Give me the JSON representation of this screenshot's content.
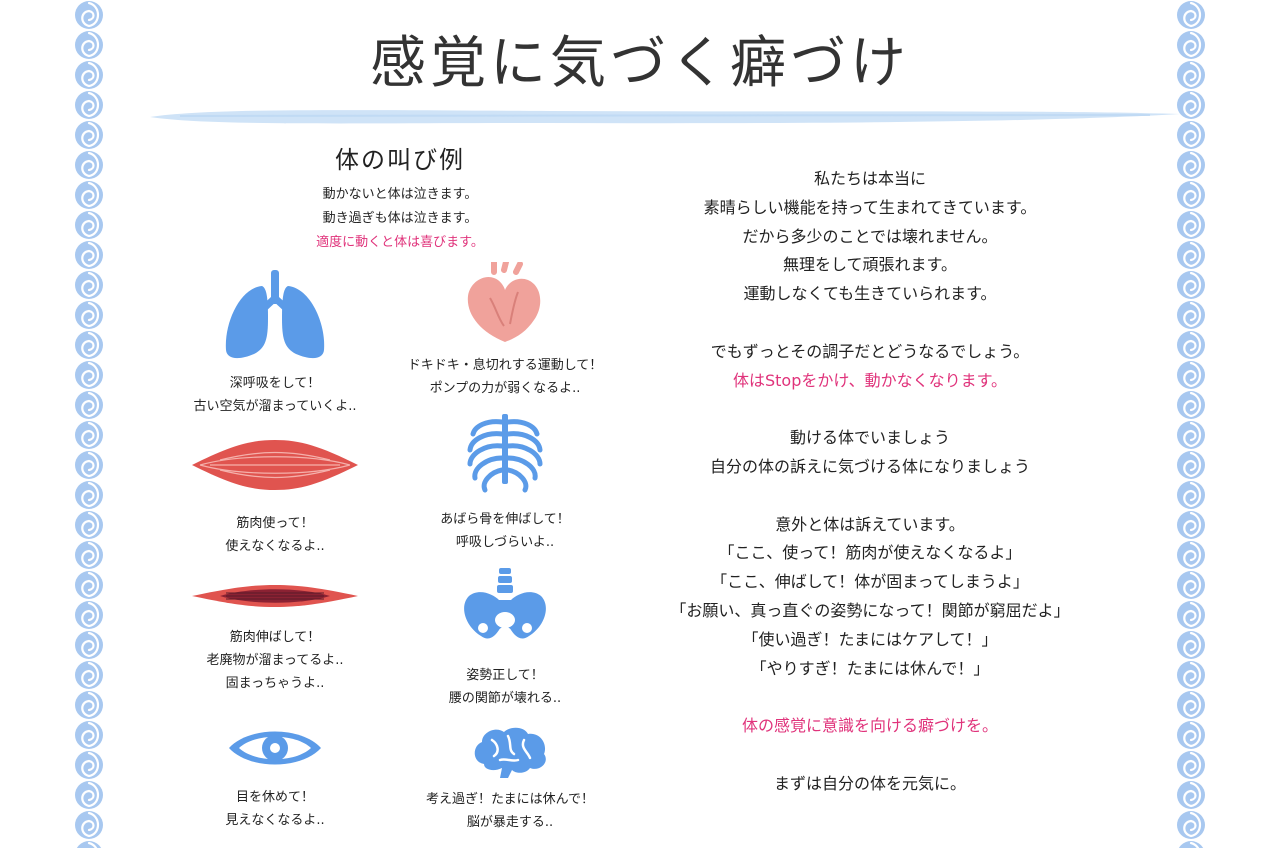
{
  "title": "感覚に気づく癖づけ",
  "colors": {
    "accent": "#e0337b",
    "border": "#a8c8f0",
    "brush": "#cfe3f7",
    "lung": "#5b9be8",
    "heart": "#f0a29b",
    "muscle": "#e0544f"
  },
  "left": {
    "heading": "体の叫び例",
    "intro": [
      "動かないと体は泣きます。",
      "動き過ぎも体は泣きます。",
      "適度に動くと体は喜びます。"
    ],
    "organs": [
      {
        "icon": "lungs-icon",
        "lines": [
          "深呼吸をして！",
          "古い空気が溜まっていくよ.."
        ]
      },
      {
        "icon": "heart-icon",
        "lines": [
          "ドキドキ・息切れする運動して！",
          "ポンプの力が弱くなるよ.."
        ]
      },
      {
        "icon": "muscle-icon",
        "lines": [
          "筋肉使って！",
          "使えなくなるよ.."
        ]
      },
      {
        "icon": "ribcage-icon",
        "lines": [
          "あばら骨を伸ばして！",
          "呼吸しづらいよ.."
        ]
      },
      {
        "icon": "stiff-muscle-icon",
        "lines": [
          "筋肉伸ばして！",
          "老廃物が溜まってるよ..",
          "固まっちゃうよ.."
        ]
      },
      {
        "icon": "pelvis-icon",
        "lines": [
          "姿勢正して！",
          "腰の関節が壊れる.."
        ]
      },
      {
        "icon": "eye-icon",
        "lines": [
          "目を休めて！",
          "見えなくなるよ.."
        ]
      },
      {
        "icon": "brain-icon",
        "lines": [
          "考え過ぎ！たまには休んで！",
          "脳が暴走する.."
        ]
      }
    ]
  },
  "right": {
    "lines": [
      "私たちは本当に",
      "素晴らしい機能を持って生まれてきています。",
      "だから多少のことでは壊れません。",
      "無理をして頑張れます。",
      "運動しなくても生きていられます。",
      "",
      "でもずっとその調子だとどうなるでしょう。",
      "体はStopをかけ、動かなくなります。",
      "",
      "動ける体でいましょう",
      "自分の体の訴えに気づける体になりましょう",
      "",
      "意外と体は訴えています。",
      "「ここ、使って！筋肉が使えなくなるよ」",
      "「ここ、伸ばして！体が固まってしまうよ」",
      "「お願い、真っ直ぐの姿勢になって！関節が窮屈だよ」",
      "「使い過ぎ！たまにはケアして！」",
      "「やりすぎ！たまには休んで！」",
      "",
      "体の感覚に意識を向ける癖づけを。",
      "",
      "まずは自分の体を元気に。"
    ],
    "highlight_lines": [
      7,
      19
    ]
  }
}
